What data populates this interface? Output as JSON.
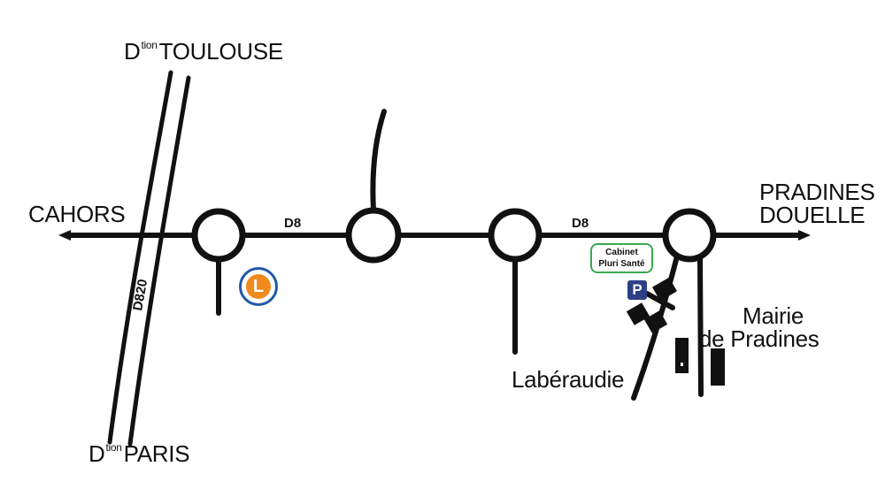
{
  "places": {
    "toulouse": {
      "prefix": "D",
      "sup": "tion",
      "name": "TOULOUSE"
    },
    "paris": {
      "prefix": "D",
      "sup": "tion",
      "name": "PARIS"
    },
    "cahors": "CAHORS",
    "pradines_line1": "PRADINES",
    "pradines_line2": "DOUELLE",
    "laberaudie": "Labéraudie",
    "mairie_line1": "Mairie",
    "mairie_line2": "de Pradines"
  },
  "roads": {
    "main_west": "D8",
    "main_east": "D8",
    "highway": "D820"
  },
  "pois": {
    "cabinet_line1": "Cabinet",
    "cabinet_line2": "Pluri Santé",
    "parking": "P",
    "leclerc": "L"
  },
  "colors": {
    "road": "#111111",
    "cabinet_border": "#3aa84e",
    "parking_bg": "#2e3f85",
    "leclerc_ring": "#1f5aa6",
    "leclerc_fill": "#f08a1c"
  }
}
